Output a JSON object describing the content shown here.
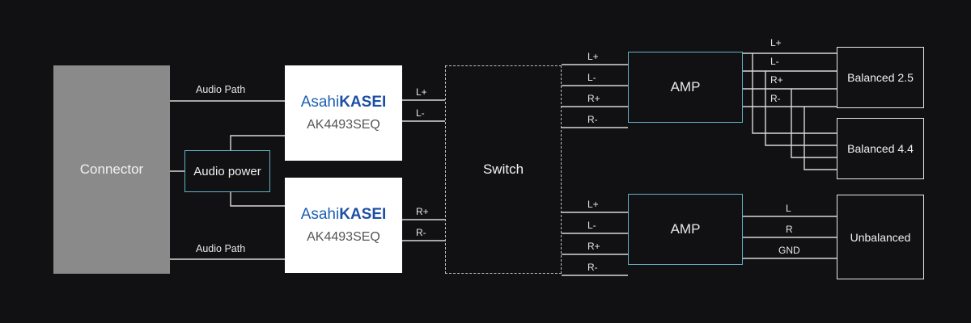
{
  "connector": {
    "label": "Connector"
  },
  "audio_power": {
    "label": "Audio power"
  },
  "audio_path_top": "Audio Path",
  "audio_path_bottom": "Audio Path",
  "dac_top": {
    "brand_prefix": "Asahi",
    "brand_bold": "KASEI",
    "model": "AK4493SEQ"
  },
  "dac_bottom": {
    "brand_prefix": "Asahi",
    "brand_bold": "KASEI",
    "model": "AK4493SEQ"
  },
  "dac_top_outputs": [
    "L+",
    "L-"
  ],
  "dac_bottom_outputs": [
    "R+",
    "R-"
  ],
  "switch": {
    "label": "Switch"
  },
  "amp_top": {
    "label": "AMP",
    "inputs": [
      "L+",
      "L-",
      "R+",
      "R-"
    ]
  },
  "amp_bottom": {
    "label": "AMP",
    "inputs": [
      "L+",
      "L-",
      "R+",
      "R-"
    ]
  },
  "balanced_signals": [
    "L+",
    "L-",
    "R+",
    "R-"
  ],
  "unbalanced_signals": [
    "L",
    "R",
    "GND"
  ],
  "outputs": {
    "balanced_25": "Balanced 2.5",
    "balanced_44": "Balanced 4.4",
    "unbalanced": "Unbalanced"
  },
  "colors": {
    "background": "#111113",
    "accent": "#5fb2c4",
    "connector_fill": "#8a8a8a",
    "chip_fill": "#ffffff",
    "brand_blue": "#1a5fb4"
  }
}
